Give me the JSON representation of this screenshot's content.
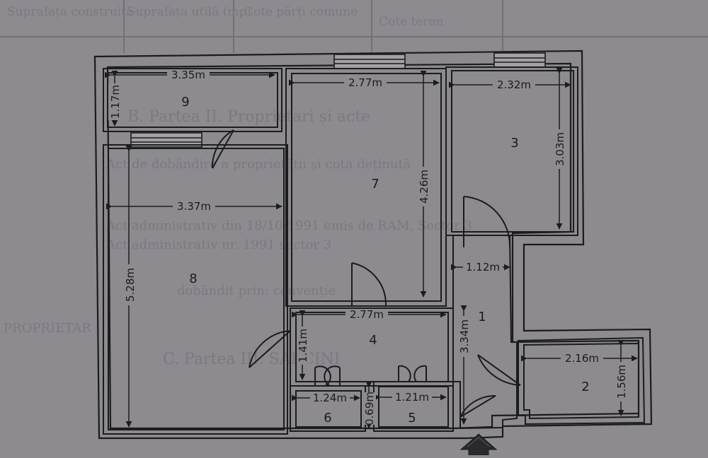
{
  "background_text": {
    "header_cells": [
      "Suprafața construită",
      "Suprafața utilă (mp)",
      "Cote părți comune",
      "Cote teren"
    ],
    "section_title": "B. Partea II. Proprietari și acte",
    "line1": "Act de dobândire a proprietății și cota deținută",
    "line2": "Act administrativ din 18/10/1991 emis de RAM, Sector 3",
    "line3": "Act administrativ nr. 1991 sector 3",
    "line4": "dobândit prin: convenție",
    "line5": "PROPRIETAR",
    "section_c": "C. Partea III. SARCINI"
  },
  "rooms": [
    {
      "id": "9",
      "label": "9",
      "width": "3.35m",
      "height": "1.17m"
    },
    {
      "id": "7",
      "label": "7",
      "width": "2.77m",
      "height": "4.26m"
    },
    {
      "id": "3",
      "label": "3",
      "width": "2.32m",
      "height": "3.03m"
    },
    {
      "id": "8",
      "label": "8",
      "width": "3.37m",
      "height": "5.28m"
    },
    {
      "id": "4",
      "label": "4",
      "width": "2.77m",
      "height": "1.41m"
    },
    {
      "id": "1",
      "label": "1",
      "width": "1.12m",
      "height": "3.34m"
    },
    {
      "id": "2",
      "label": "2",
      "width": "2.16m",
      "height": "1.56m"
    },
    {
      "id": "6",
      "label": "6",
      "width": "1.24m"
    },
    {
      "id": "5",
      "label": "5",
      "width": "1.21m",
      "height": "0.69m"
    }
  ],
  "colors": {
    "paper": "#8d8a90",
    "ink": "#1c1c1c",
    "wall_fill": "#8d8a90",
    "arrow": "#2a2a2a"
  },
  "entrance_arrow_icon": "arrow-up-icon"
}
